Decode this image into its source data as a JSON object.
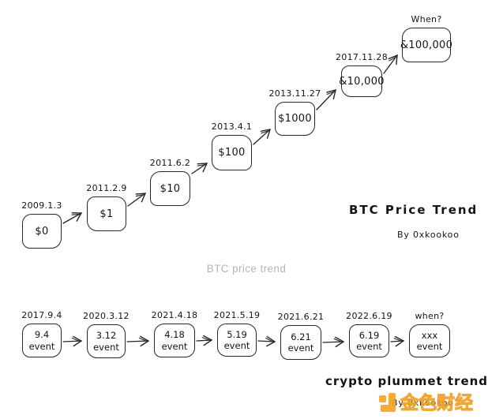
{
  "top_chart": {
    "title": "BTC Price Trend",
    "byline": "By 0xkookoo",
    "caption": "BTC price trend",
    "nodes": [
      {
        "date": "2009.1.3",
        "value": "$0"
      },
      {
        "date": "2011.2.9",
        "value": "$1"
      },
      {
        "date": "2011.6.2",
        "value": "$10"
      },
      {
        "date": "2013.4.1",
        "value": "$100"
      },
      {
        "date": "2013.11.27",
        "value": "$1000"
      },
      {
        "date": "2017.11.28",
        "value": "&10,000"
      },
      {
        "date": "When?",
        "value": "&100,000"
      }
    ]
  },
  "bottom_chart": {
    "title": "crypto plummet trend",
    "byline": "By 0xkookoo",
    "nodes": [
      {
        "date": "2017.9.4",
        "line1": "9.4",
        "line2": "event"
      },
      {
        "date": "2020.3.12",
        "line1": "3.12",
        "line2": "event"
      },
      {
        "date": "2021.4.18",
        "line1": "4.18",
        "line2": "event"
      },
      {
        "date": "2021.5.19",
        "line1": "5.19",
        "line2": "event"
      },
      {
        "date": "2021.6.21",
        "line1": "6.21",
        "line2": "event"
      },
      {
        "date": "2022.6.19",
        "line1": "6.19",
        "line2": "event"
      },
      {
        "date": "when?",
        "line1": "xxx",
        "line2": "event"
      }
    ]
  },
  "watermark": {
    "text": "金色财经",
    "color": "#F5A623"
  },
  "colors": {
    "ink": "#262626",
    "caption_gray": "#b5b5b5",
    "background": "#ffffff"
  }
}
